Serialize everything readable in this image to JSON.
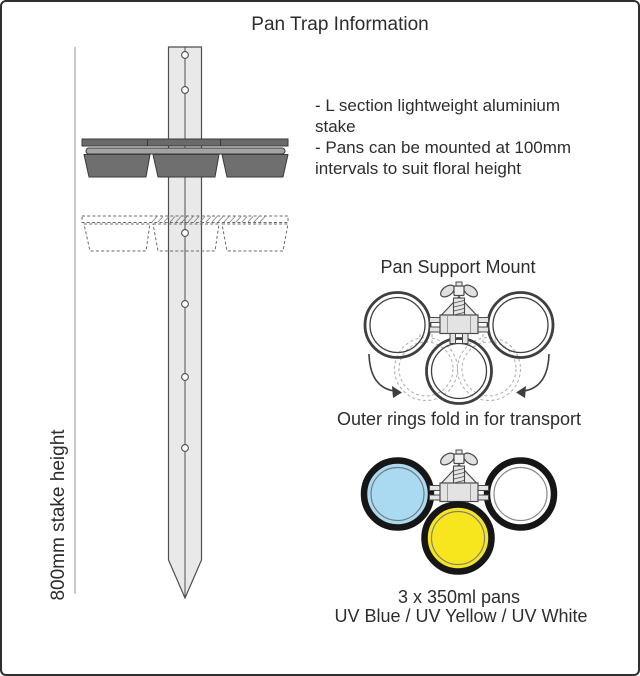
{
  "title": "Pan Trap Information",
  "stake_diagram": {
    "height_label": "800mm stake height"
  },
  "notes": {
    "lines": [
      "- L section lightweight aluminium",
      "stake",
      "- Pans can be mounted at 100mm",
      "intervals to suit floral height"
    ]
  },
  "mount_section": {
    "heading": "Pan Support Mount",
    "caption": "Outer rings fold in for transport"
  },
  "pans_section": {
    "quantity_label": "3 x 350ml pans",
    "colors_label": "UV Blue / UV Yellow / UV White",
    "colors": {
      "uv_blue": "#a9daf2",
      "uv_yellow": "#f7e61e",
      "uv_white": "#ffffff"
    }
  }
}
